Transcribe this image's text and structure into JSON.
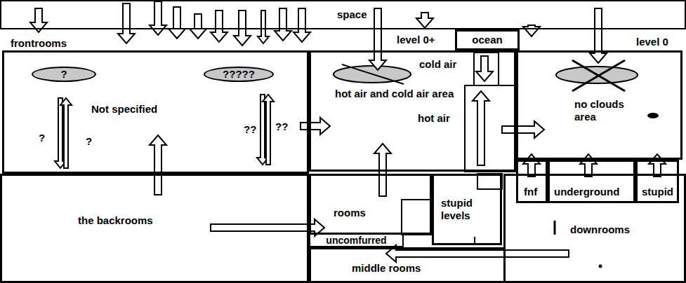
{
  "diagram": {
    "nodes": [
      {
        "text": [
          "space"
        ]
      },
      {
        "text": [
          "frontrooms",
          "Not specified"
        ]
      },
      {
        "text": [
          "?"
        ],
        "in": 1
      },
      {
        "text": [
          "?????"
        ],
        "in": 1
      },
      {
        "text": [
          "level 0+",
          "hot air and cold air area"
        ]
      },
      {
        "text": [
          "ocean"
        ]
      },
      {
        "text": [
          "level 0",
          "no clouds area"
        ]
      },
      {
        "text": [
          "the backrooms"
        ]
      },
      {
        "text": [
          "rooms"
        ]
      },
      {
        "text": [
          "stupid levels"
        ]
      },
      {
        "text": [
          "uncomfurred"
        ]
      },
      {
        "text": [
          "middle rooms"
        ]
      },
      {
        "text": [
          "downrooms"
        ]
      },
      {
        "text": [
          "fnf"
        ]
      },
      {
        "text": [
          "underground"
        ]
      },
      {
        "text": [
          "stupid"
        ]
      }
    ],
    "edges": [
      {
        "from": 0,
        "to": 1,
        "arrow": "to"
      },
      {
        "from": 0,
        "to": 4,
        "arrow": "to"
      },
      {
        "from": 0,
        "to": 6,
        "arrow": "to"
      },
      {
        "from": 1,
        "to": 4,
        "arrow": "to"
      },
      {
        "from": 7,
        "to": 1,
        "arrow": "to"
      },
      {
        "from": 7,
        "to": 8,
        "arrow": "to"
      },
      {
        "from": 8,
        "to": 4,
        "arrow": "to"
      },
      {
        "from": 12,
        "to": 11,
        "arrow": "to"
      },
      {
        "from": 13,
        "to": 6,
        "arrow": "to"
      },
      {
        "from": 14,
        "to": 6,
        "arrow": "to"
      },
      {
        "from": 15,
        "to": 6,
        "arrow": "to"
      },
      {
        "from": 4,
        "to": 6,
        "arrow": "to"
      }
    ],
    "labels": [
      "?",
      "?",
      "??",
      "??",
      "cold air",
      "hot air"
    ]
  }
}
